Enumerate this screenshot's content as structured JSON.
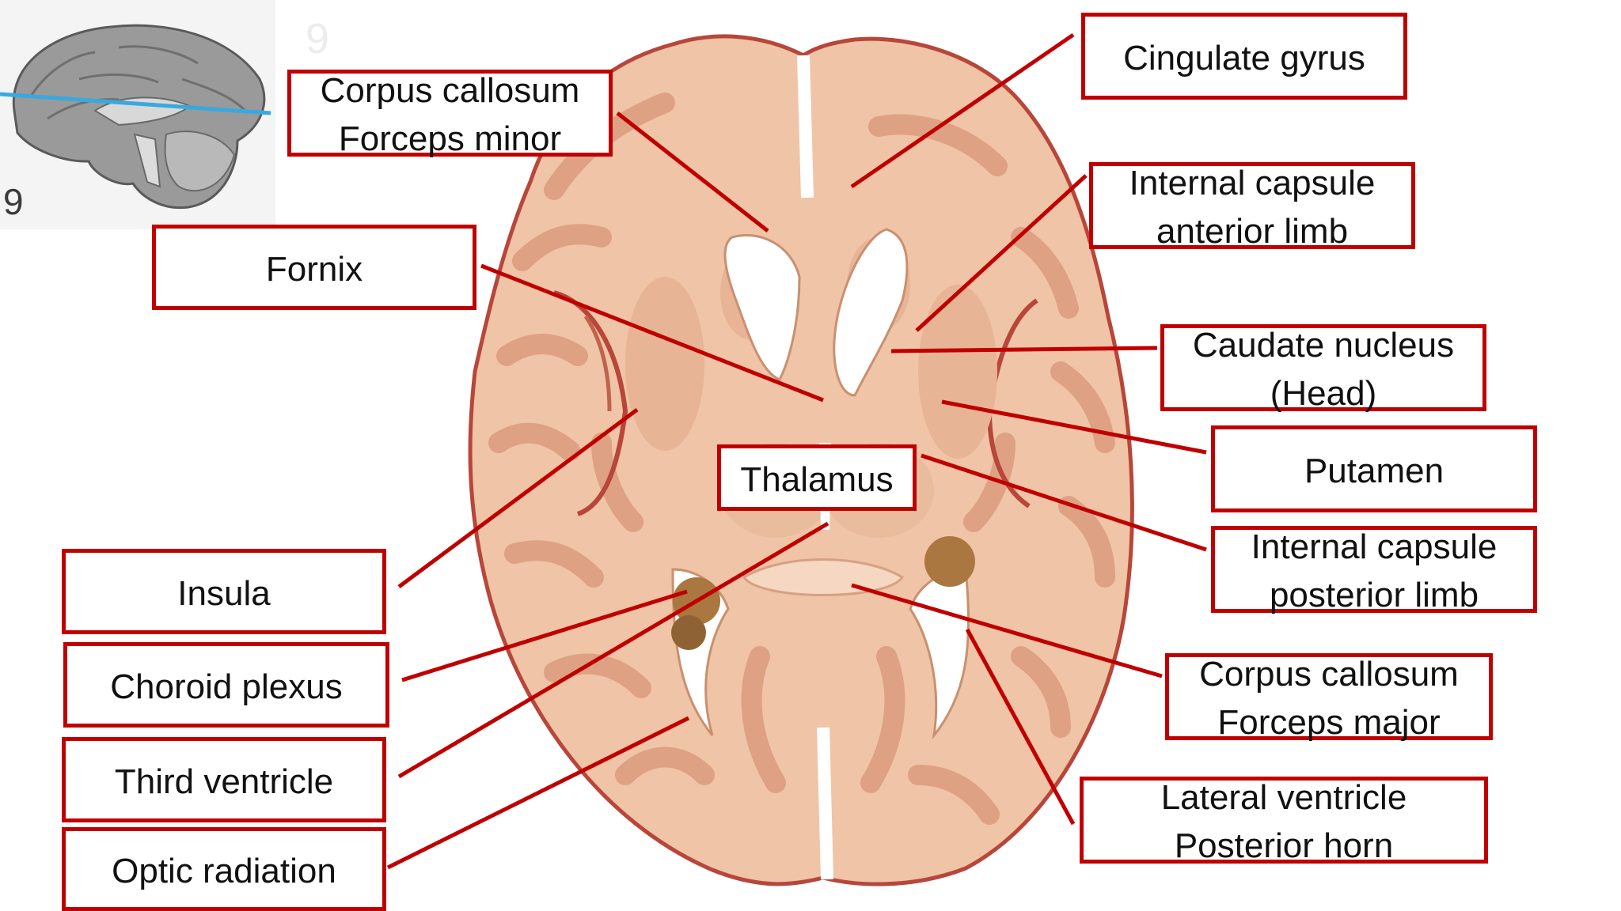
{
  "thumbnail": {
    "slice_number": "9"
  },
  "slice_number_faint": "9",
  "colors": {
    "label_border": "#c00000",
    "leader_line": "#c00000",
    "slice_plane": "#3aa8e0",
    "white_matter": "#f0c4a6",
    "gray_matter": "#dea184",
    "vessel": "#b8463a"
  },
  "labels": {
    "corpus_callosum_forceps_minor": [
      "Corpus callosum",
      "Forceps minor"
    ],
    "fornix": [
      "Fornix"
    ],
    "insula": [
      "Insula"
    ],
    "choroid_plexus": [
      "Choroid plexus"
    ],
    "third_ventricle": [
      "Third ventricle"
    ],
    "optic_radiation": [
      "Optic radiation"
    ],
    "thalamus": [
      "Thalamus"
    ],
    "cingulate_gyrus": [
      "Cingulate gyrus"
    ],
    "internal_capsule_anterior_limb": [
      "Internal capsule",
      "anterior limb"
    ],
    "caudate_nucleus_head": [
      "Caudate nucleus",
      "(Head)"
    ],
    "putamen": [
      "Putamen"
    ],
    "internal_capsule_posterior_limb": [
      "Internal capsule",
      "posterior limb"
    ],
    "corpus_callosum_forceps_major": [
      "Corpus callosum",
      "Forceps major"
    ],
    "lateral_ventricle_posterior_horn": [
      "Lateral ventricle",
      "Posterior horn"
    ]
  }
}
